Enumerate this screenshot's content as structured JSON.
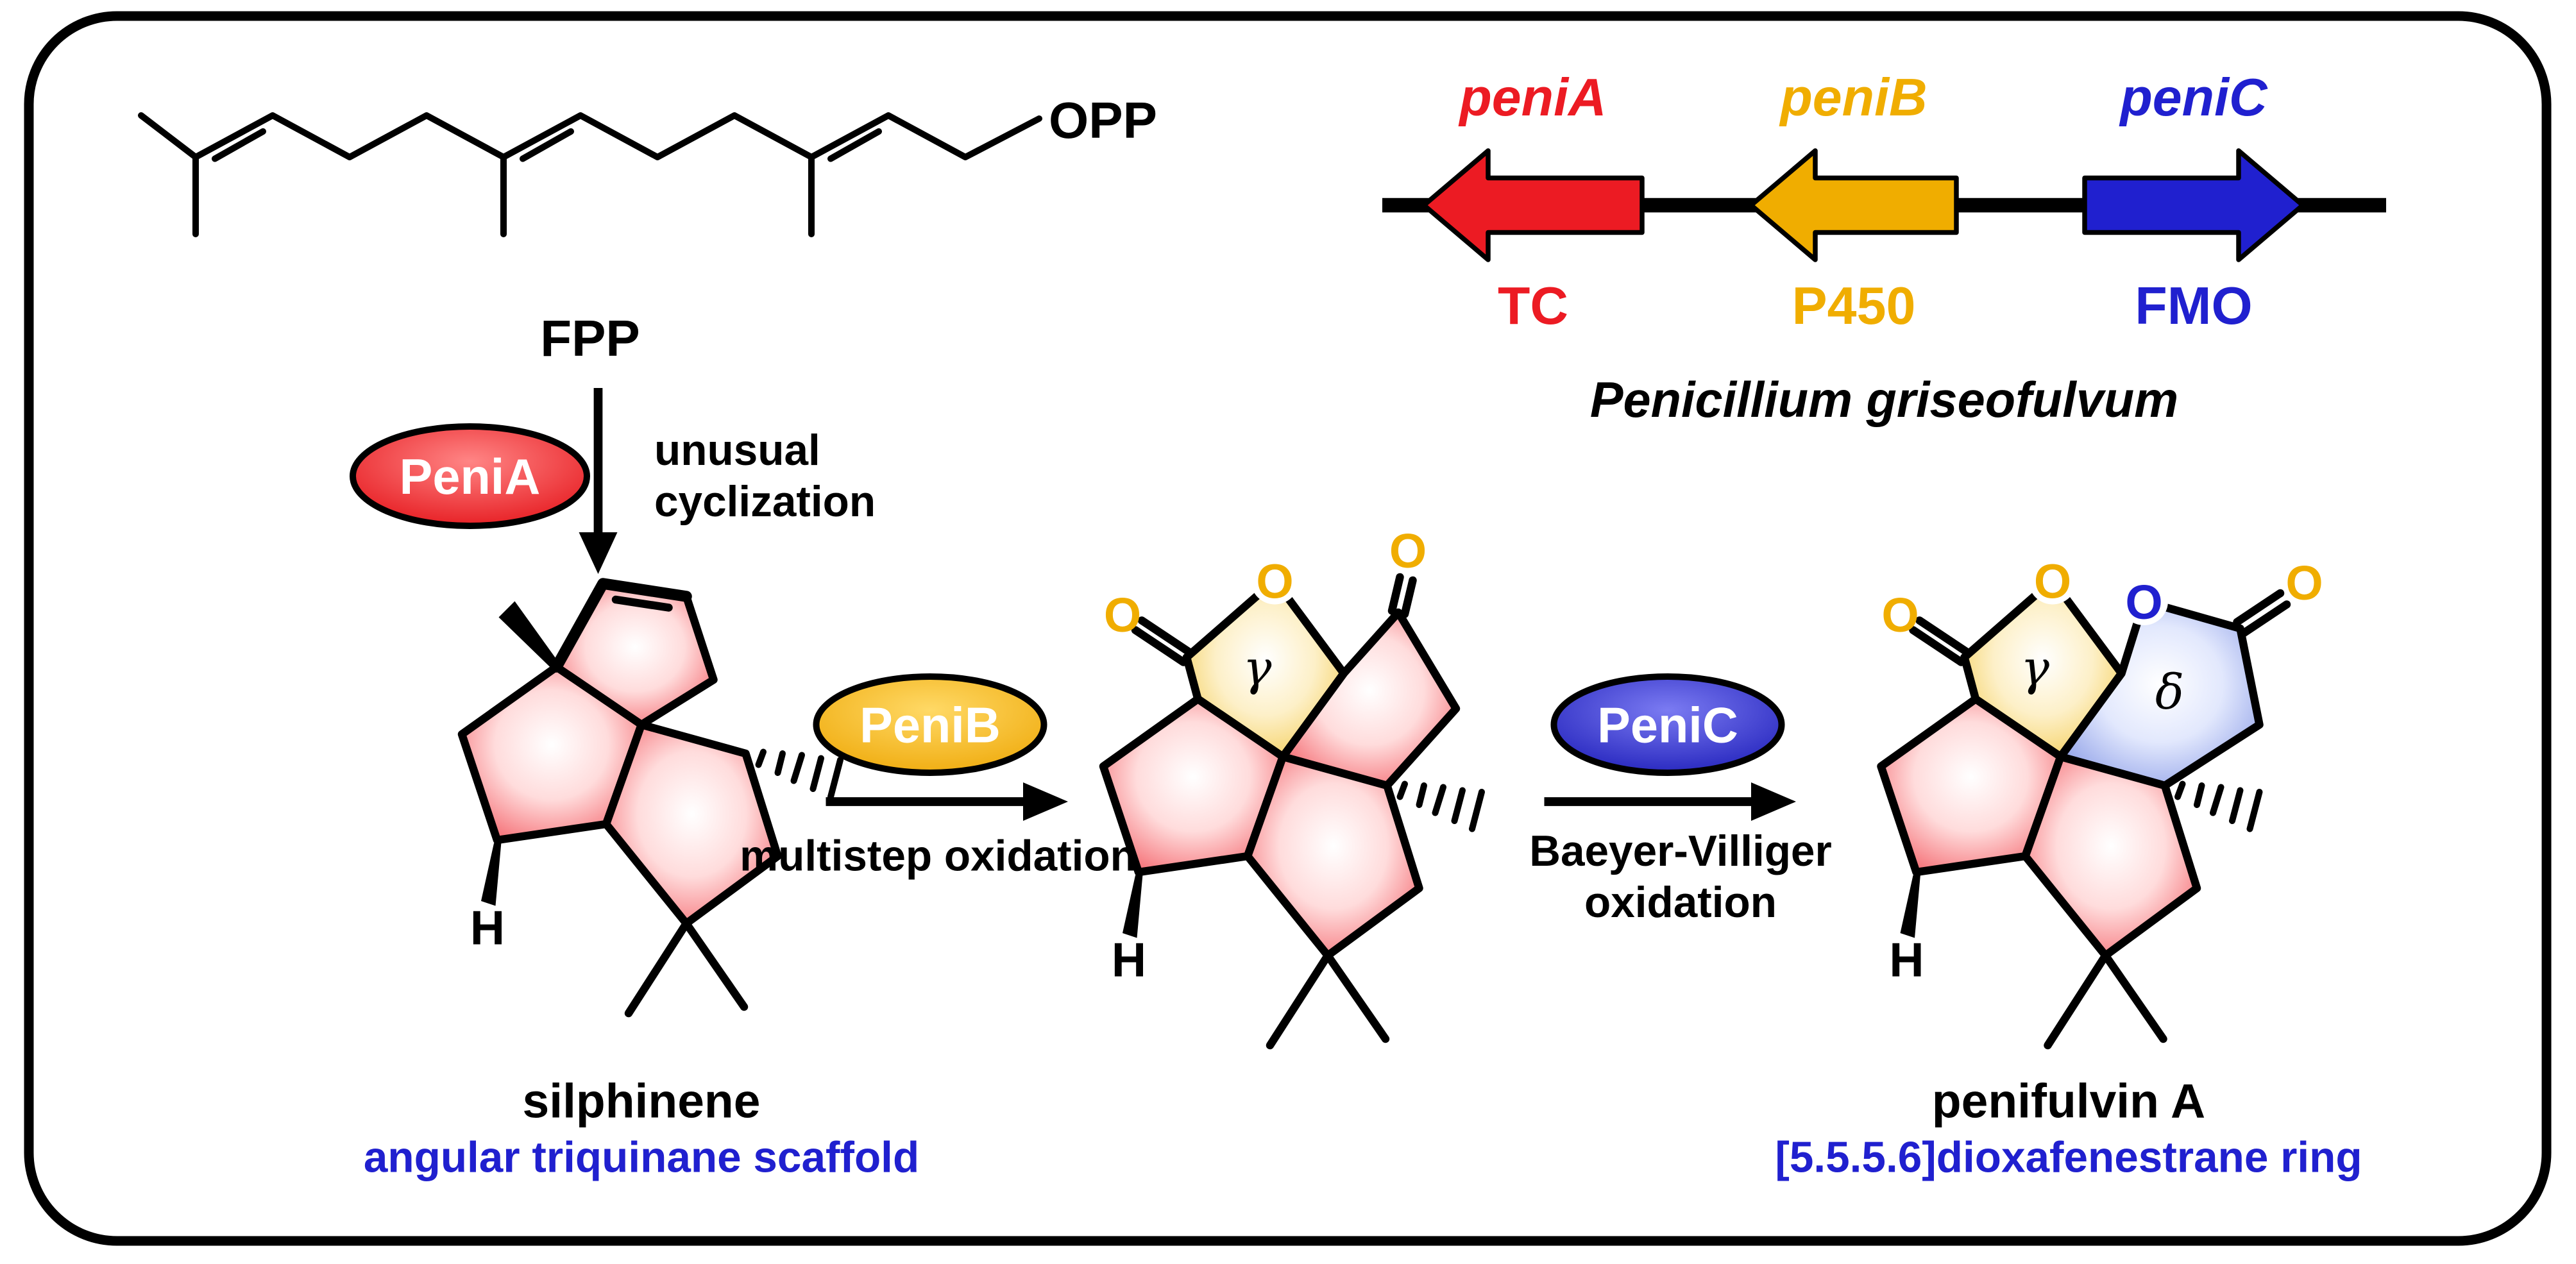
{
  "figure": {
    "molecules": {
      "fpp": {
        "label": "FPP",
        "opp": "OPP"
      },
      "silphinene": {
        "name": "silphinene",
        "caption": "angular triquinane scaffold",
        "h": "H"
      },
      "intermediate": {
        "h": "H",
        "gamma": "γ",
        "o_ring": "O",
        "o_left": "O",
        "o_right": "O"
      },
      "penifulvin": {
        "name": "penifulvin A",
        "caption": "[5.5.5.6]dioxafenestrane ring",
        "h": "H",
        "gamma": "γ",
        "delta": "δ",
        "o_gamma": "O",
        "o_delta": "O",
        "o_left": "O",
        "o_right": "O"
      }
    },
    "steps": [
      {
        "enzyme": "PeniA",
        "note": [
          "unusual",
          "cyclization"
        ]
      },
      {
        "enzyme": "PeniB",
        "note": [
          "multistep oxidation"
        ]
      },
      {
        "enzyme": "PeniC",
        "note": [
          "Baeyer-Villiger",
          "oxidation"
        ]
      }
    ],
    "gene_cluster": {
      "organism": "Penicillium griseofulvum",
      "genes": [
        {
          "name": "peniA",
          "product": "TC",
          "direction": "left"
        },
        {
          "name": "peniB",
          "product": "P450",
          "direction": "left"
        },
        {
          "name": "peniC",
          "product": "FMO",
          "direction": "right"
        }
      ]
    },
    "colors": {
      "red": "#ec1b23",
      "gold": "#f0ad00",
      "blue": "#2020cf",
      "black": "#000000"
    }
  }
}
